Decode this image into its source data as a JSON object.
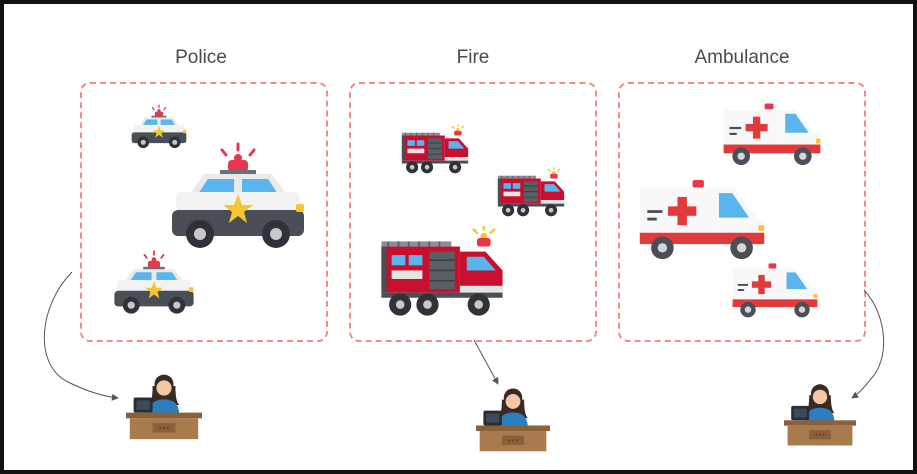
{
  "groups": [
    {
      "id": "police",
      "title": "Police",
      "vehicle_icon": "police-car-icon"
    },
    {
      "id": "fire",
      "title": "Fire",
      "vehicle_icon": "fire-truck-icon"
    },
    {
      "id": "ambulance",
      "title": "Ambulance",
      "vehicle_icon": "ambulance-icon"
    }
  ],
  "operator_icon": "dispatcher-at-desk-icon",
  "colors": {
    "frame": "#111111",
    "dashed_border": "#f28b8b",
    "title_text": "#4a4a4a",
    "police_body": "#f2f2f2",
    "police_lower": "#4a4e57",
    "siren_red": "#e8364a",
    "star_yellow": "#f7c531",
    "window_blue": "#5ab4ee",
    "fire_red": "#c8102e",
    "ambulance_red": "#e23a3a",
    "desk_brown": "#a87b4f",
    "operator_shirt": "#2c7fbf",
    "operator_hair": "#3a2a26"
  }
}
